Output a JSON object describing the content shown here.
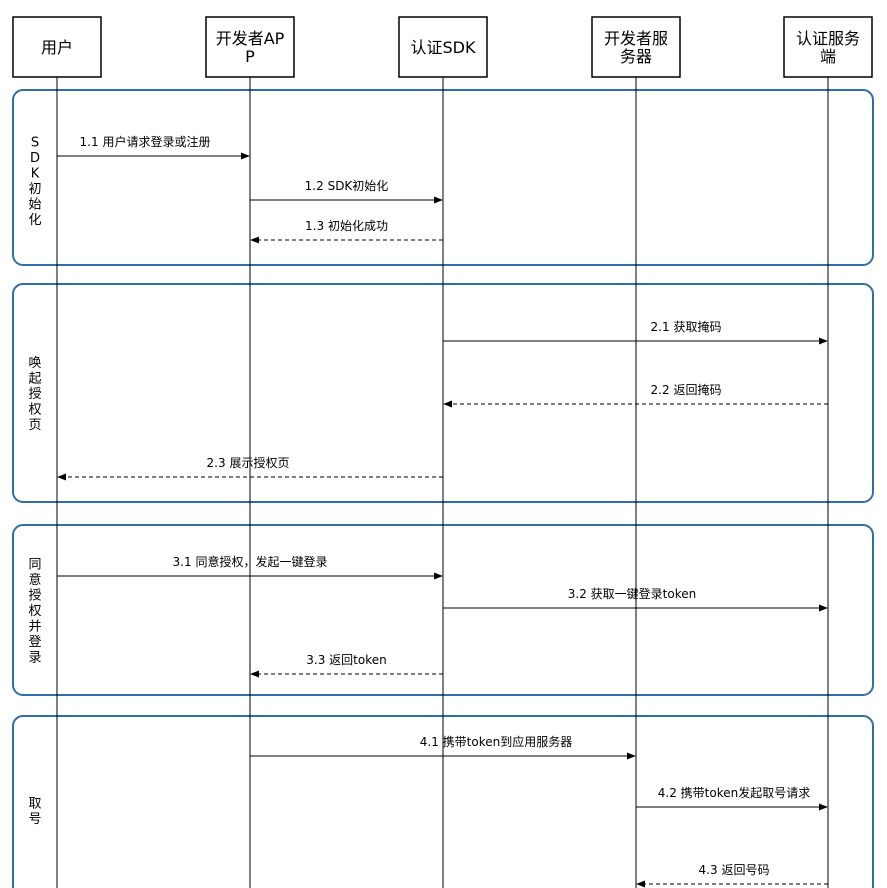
{
  "participants": [
    {
      "id": "user",
      "label_lines": [
        "用户"
      ]
    },
    {
      "id": "dev_app",
      "label_lines": [
        "开发者AP",
        "P"
      ]
    },
    {
      "id": "auth_sdk",
      "label_lines": [
        "认证SDK"
      ]
    },
    {
      "id": "dev_server",
      "label_lines": [
        "开发者服",
        "务器"
      ]
    },
    {
      "id": "auth_server",
      "label_lines": [
        "认证服务",
        "端"
      ]
    }
  ],
  "phases": [
    {
      "id": "sdk-init",
      "label_chars": [
        "S",
        "D",
        "K",
        "初",
        "始",
        "化"
      ]
    },
    {
      "id": "invoke-auth-page",
      "label_chars": [
        "唤",
        "起",
        "授",
        "权",
        "页"
      ]
    },
    {
      "id": "agree-and-login",
      "label_chars": [
        "同",
        "意",
        "授",
        "权",
        "并",
        "登",
        "录"
      ]
    },
    {
      "id": "get-number",
      "label_chars": [
        "取",
        "号"
      ]
    }
  ],
  "messages": [
    {
      "id": "1.1",
      "label": "1.1 用户请求登录或注册",
      "from": "user",
      "to": "dev_app",
      "style": "solid"
    },
    {
      "id": "1.2",
      "label": "1.2 SDK初始化",
      "from": "dev_app",
      "to": "auth_sdk",
      "style": "solid"
    },
    {
      "id": "1.3",
      "label": "1.3 初始化成功",
      "from": "auth_sdk",
      "to": "dev_app",
      "style": "dashed"
    },
    {
      "id": "2.1",
      "label": "2.1 获取掩码",
      "from": "auth_sdk",
      "to": "auth_server",
      "style": "solid"
    },
    {
      "id": "2.2",
      "label": "2.2 返回掩码",
      "from": "auth_server",
      "to": "auth_sdk",
      "style": "dashed"
    },
    {
      "id": "2.3",
      "label": "2.3 展示授权页",
      "from": "auth_sdk",
      "to": "user",
      "style": "dashed"
    },
    {
      "id": "3.1",
      "label": "3.1 同意授权，发起一键登录",
      "from": "user",
      "to": "auth_sdk",
      "style": "solid"
    },
    {
      "id": "3.2",
      "label": "3.2  获取一键登录token",
      "from": "auth_sdk",
      "to": "auth_server",
      "style": "solid"
    },
    {
      "id": "3.3",
      "label": "3.3 返回token",
      "from": "auth_sdk",
      "to": "dev_app",
      "style": "dashed"
    },
    {
      "id": "4.1",
      "label": "4.1 携带token到应用服务器",
      "from": "dev_app",
      "to": "dev_server",
      "style": "solid"
    },
    {
      "id": "4.2",
      "label": "4.2 携带token发起取号请求",
      "from": "dev_server",
      "to": "auth_server",
      "style": "solid"
    },
    {
      "id": "4.3",
      "label": "4.3 返回号码",
      "from": "auth_server",
      "to": "dev_server",
      "style": "dashed"
    }
  ],
  "colors": {
    "phase_frame": "#2f6ea6",
    "line": "#000000",
    "background": "#ffffff"
  }
}
